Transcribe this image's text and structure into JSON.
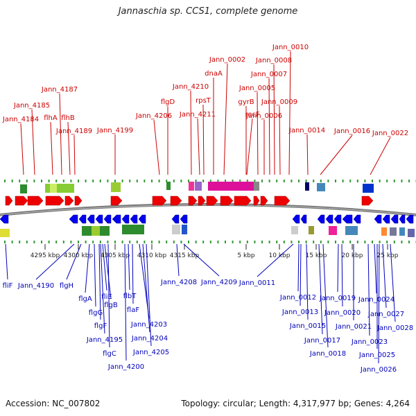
{
  "title": "Jannaschia sp. CCS1, complete genome",
  "footer": {
    "accession": "Accession: NC_007802",
    "summary": "Topology: circular; Length: 4,317,977 bp; Genes: 4,264"
  },
  "colors": {
    "top_label": "#cc0000",
    "bottom_label": "#0000bb",
    "forward_gene": "#ee0000",
    "reverse_gene": "#0000ee",
    "backbone": "#777777",
    "tick": "#339933"
  },
  "ticks": [
    {
      "label": "4295 kbp"
    },
    {
      "label": "4300 kbp"
    },
    {
      "label": "4305 kbp"
    },
    {
      "label": "4310 kbp"
    },
    {
      "label": "4315 kbp"
    },
    {
      "label": "5 kbp"
    },
    {
      "label": "10 kbp"
    },
    {
      "label": "15 kbp"
    },
    {
      "label": "20 kbp"
    },
    {
      "label": "25 kbp"
    }
  ],
  "top_genes": [
    {
      "label": "Jann_4184"
    },
    {
      "label": "Jann_4185"
    },
    {
      "label": "flhA"
    },
    {
      "label": "Jann_4187"
    },
    {
      "label": "flhB"
    },
    {
      "label": "Jann_4189"
    },
    {
      "label": "Jann_4199"
    },
    {
      "label": "Jann_4206"
    },
    {
      "label": "flgD"
    },
    {
      "label": "Jann_4210"
    },
    {
      "label": "Jann_4211"
    },
    {
      "label": "rpsT"
    },
    {
      "label": "dnaA"
    },
    {
      "label": "Jann_0002"
    },
    {
      "label": "recF"
    },
    {
      "label": "gyrB"
    },
    {
      "label": "Jann_0005"
    },
    {
      "label": "Jann_0006"
    },
    {
      "label": "Jann_0007"
    },
    {
      "label": "Jann_0008"
    },
    {
      "label": "Jann_0009"
    },
    {
      "label": "Jann_0010"
    },
    {
      "label": "Jann_0014"
    },
    {
      "label": "Jann_0016"
    },
    {
      "label": "Jann_0022"
    }
  ],
  "bottom_genes": [
    {
      "label": "fliF"
    },
    {
      "label": "Jann_4190"
    },
    {
      "label": "flgH"
    },
    {
      "label": "flgA"
    },
    {
      "label": "flgG"
    },
    {
      "label": "flgF"
    },
    {
      "label": "Jann_4195"
    },
    {
      "label": "fliE"
    },
    {
      "label": "flgB"
    },
    {
      "label": "flgC"
    },
    {
      "label": "Jann_4200"
    },
    {
      "label": "flbT"
    },
    {
      "label": "flaF"
    },
    {
      "label": "Jann_4203"
    },
    {
      "label": "Jann_4204"
    },
    {
      "label": "Jann_4205"
    },
    {
      "label": "Jann_4208"
    },
    {
      "label": "Jann_4209"
    },
    {
      "label": "Jann_0011"
    },
    {
      "label": "Jann_0012"
    },
    {
      "label": "Jann_0013"
    },
    {
      "label": "Jann_0015"
    },
    {
      "label": "Jann_0017"
    },
    {
      "label": "Jann_0018"
    },
    {
      "label": "Jann_0019"
    },
    {
      "label": "Jann_0020"
    },
    {
      "label": "Jann_0021"
    },
    {
      "label": "Jann_0023"
    },
    {
      "label": "Jann_0024"
    },
    {
      "label": "Jann_0025"
    },
    {
      "label": "Jann_0026"
    },
    {
      "label": "Jann_0027"
    },
    {
      "label": "Jann_0028"
    }
  ]
}
